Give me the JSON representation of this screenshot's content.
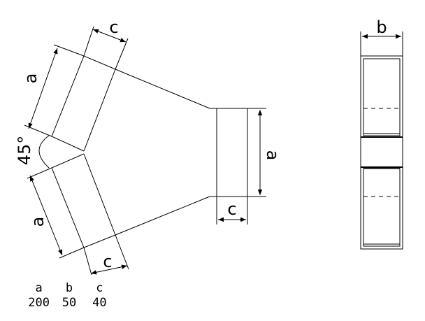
{
  "dimension_labels": {
    "a_upper_branch": "a",
    "c_upper_branch": "c",
    "angle": "45°",
    "a_lower_branch": "a",
    "c_lower_branch": "c",
    "a_outlet": "a",
    "c_outlet": "c",
    "b_side_view": "b"
  },
  "table": {
    "headers": [
      "a",
      "b",
      "c"
    ],
    "values": [
      "200",
      "50",
      "40"
    ]
  }
}
